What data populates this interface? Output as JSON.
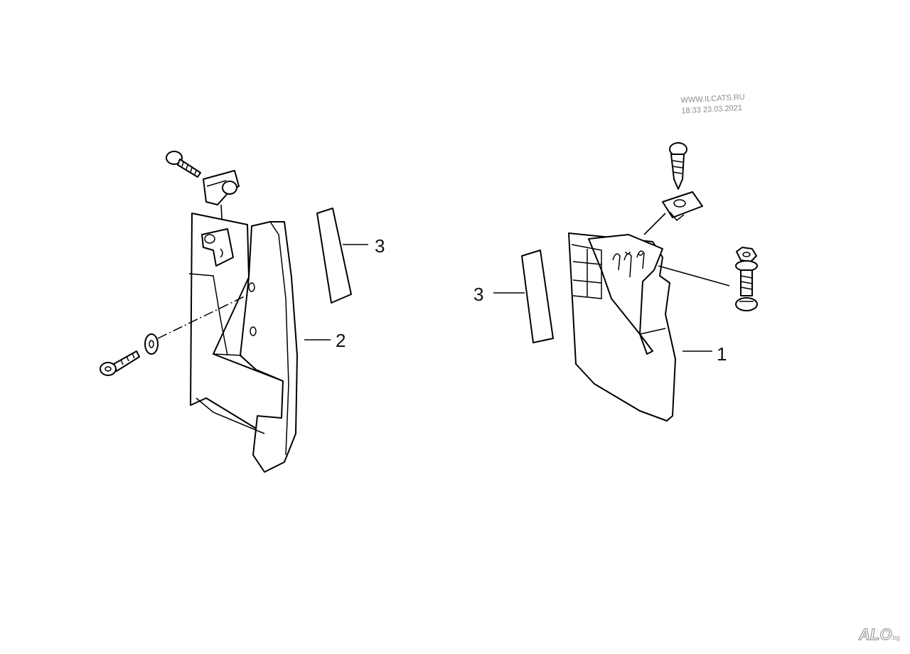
{
  "callouts": {
    "left_trim_number": "2",
    "left_strip_number": "3",
    "right_strip_number": "3",
    "right_flap_number": "1"
  },
  "watermark": {
    "site": "WWW.ILCATS.RU",
    "timestamp": "18:33 23.03.2021"
  },
  "logo": {
    "text": "ALO",
    "suffix": ".bg"
  }
}
